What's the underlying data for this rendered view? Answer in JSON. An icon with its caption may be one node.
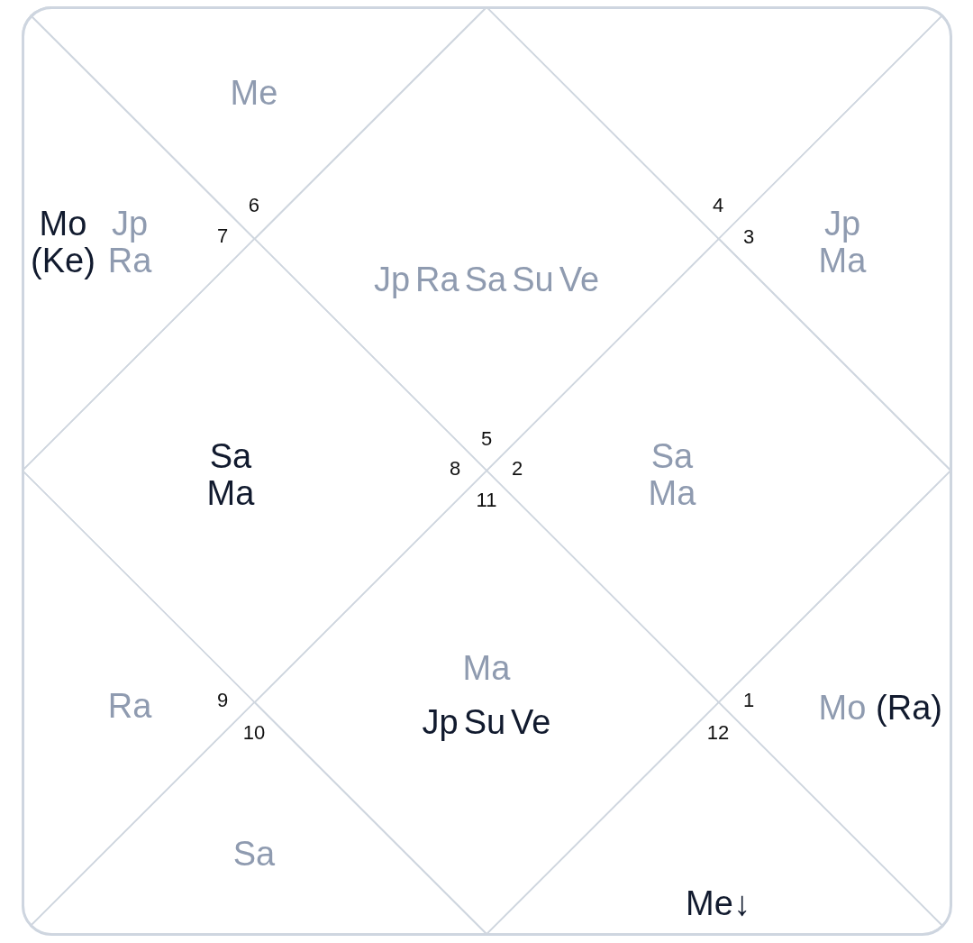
{
  "diagram": {
    "nodes": [
      {
        "text": [
          "Me",
          "6"
        ]
      },
      {
        "text": [
          "4"
        ]
      },
      {
        "text": [
          "Mo (Ke)",
          "Jp Ra",
          "7"
        ]
      },
      {
        "text": [
          "Jp Ra Sa Su Ve",
          "5"
        ]
      },
      {
        "text": [
          "3",
          "Jp Ma"
        ]
      },
      {
        "text": [
          "Sa Ma",
          "8"
        ]
      },
      {
        "text": [
          "2",
          "Sa Ma"
        ]
      },
      {
        "text": [
          "Ra",
          "9"
        ]
      },
      {
        "text": [
          "11",
          "Ma",
          "Jp Su Ve"
        ]
      },
      {
        "text": [
          "1",
          "Mo",
          "(Ra)"
        ]
      },
      {
        "text": [
          "10",
          "Sa"
        ]
      },
      {
        "text": [
          "12",
          "Me↓"
        ]
      }
    ]
  }
}
